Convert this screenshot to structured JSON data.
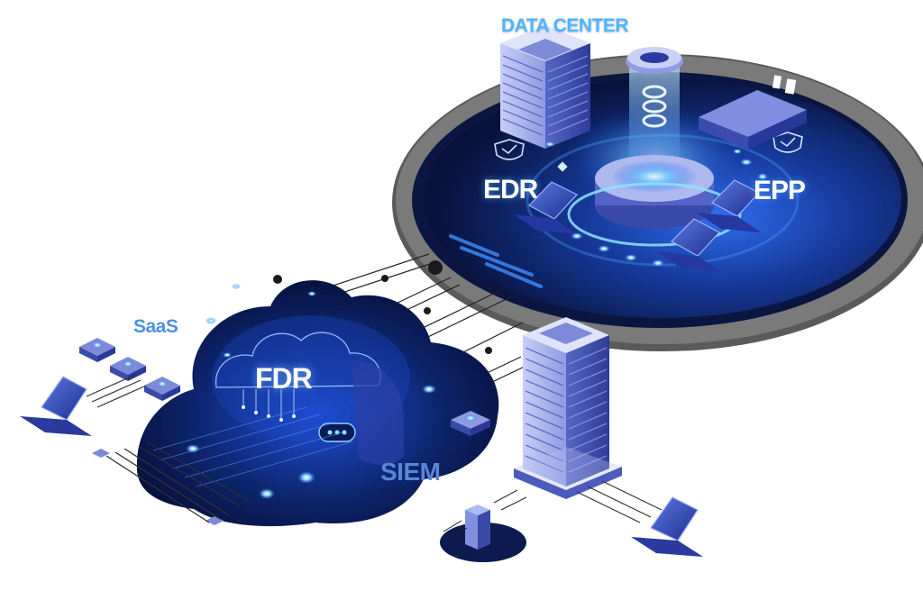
{
  "labels": {
    "data_center": "DATA CENTER",
    "edr": "EDR",
    "epp": "EPP",
    "fdr": "FDR",
    "siem": "SIEM",
    "saas": "SaaS"
  },
  "colors": {
    "disk_dark": "#0b1a4a",
    "disk_glow": "#2f6df0",
    "ring_gray": "#5c5c5c",
    "cloud_dark": "#0a1848",
    "building_light": "#9aa8e8",
    "building_dark": "#3a4aa8",
    "accent_cyan": "#8fe3ff",
    "label_blue": "#4fb6ff"
  }
}
